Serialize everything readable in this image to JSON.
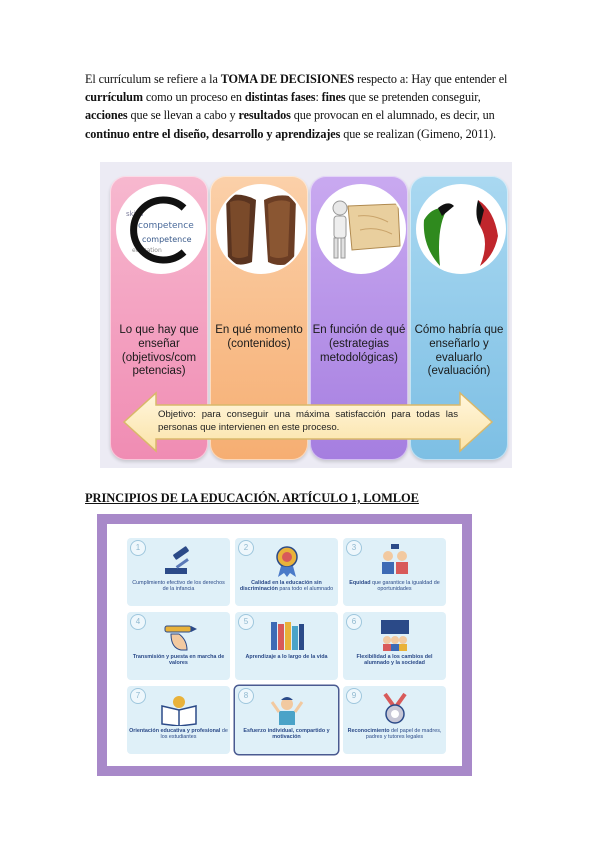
{
  "intro": {
    "s1": "El currículum se refiere a la ",
    "s2": "TOMA DE DECISIONES",
    "s3": " respecto a: Hay que entender el ",
    "s4": "currículum",
    "s5": " como un proceso en ",
    "s6": "distintas fases",
    "s7": ": ",
    "s8": "fines",
    "s9": " que se pretenden conseguir, ",
    "s10": "acciones",
    "s11": " que se llevan a cabo y ",
    "s12": "resultados",
    "s13": " que provocan en el alumnado, es decir, un ",
    "s14": "continuo entre el diseño, desarrollo y aprendizajes",
    "s15": " que se realizan (Gimeno, 2011)."
  },
  "infographic1": {
    "columns": [
      {
        "label": "Lo que hay que enseñar (objetivos/com petencias)",
        "color": "#f4a6c4"
      },
      {
        "label": "En qué momento (contenidos)",
        "color": "#f8c08e"
      },
      {
        "label": "En función de qué (estrategias metodológicas)",
        "color": "#b894e8"
      },
      {
        "label": "Cómo habría que enseñarlo y evaluarlo (evaluación)",
        "color": "#93cdeb"
      }
    ],
    "circle1_words": [
      "skills",
      "competence",
      "competence",
      "education"
    ],
    "arrow_text": "Objetivo: para conseguir una máxima satisfacción para todas las personas que intervienen en este proceso."
  },
  "section_title": "PRINCIPIOS DE LA EDUCACIÓN. ARTÍCULO 1, LOMLOE",
  "principles": [
    {
      "num": "1",
      "bold": "",
      "text": "Cumplimiento efectivo de los derechos de la infancia",
      "icon": "gavel-icon"
    },
    {
      "num": "2",
      "bold": "Calidad en la educación sin discriminación",
      "text": " para todo el alumnado",
      "icon": "award-medal-icon"
    },
    {
      "num": "3",
      "bold": "Equidad",
      "text": " que garantice la igualdad de oportunidades",
      "icon": "students-icon"
    },
    {
      "num": "4",
      "bold": "Transmisión y puesta en marcha de valores",
      "text": "",
      "icon": "hand-pencil-icon"
    },
    {
      "num": "5",
      "bold": "Aprendizaje a lo largo de la vida",
      "text": "",
      "icon": "books-icon"
    },
    {
      "num": "6",
      "bold": "Flexibilidad a los cambios del alumnado y la sociedad",
      "text": "",
      "icon": "classroom-icon"
    },
    {
      "num": "7",
      "bold": "Orientación educativa y profesional",
      "text": " de los estudiantes",
      "icon": "open-book-icon"
    },
    {
      "num": "8",
      "bold": "Esfuerzo individual, compartido y motivación",
      "text": "",
      "icon": "student-cheer-icon"
    },
    {
      "num": "9",
      "bold": "Reconocimiento",
      "text": " del papel de madres, padres y tutores legales",
      "icon": "medal-icon"
    }
  ],
  "colors": {
    "frame": "#a889c9",
    "card": "#dff0f8",
    "caption": "#2b4a88"
  }
}
